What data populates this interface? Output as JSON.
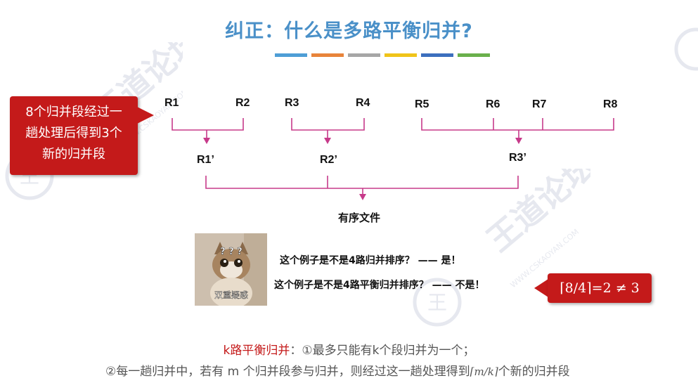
{
  "slide": {
    "title": "纠正：什么是多路平衡归并?",
    "color_bar": [
      "#4e9ed6",
      "#e8843a",
      "#a6a6a6",
      "#f0c419",
      "#3c6fbe",
      "#6ab04c"
    ]
  },
  "callout": {
    "lines": [
      "8个归并段经过一",
      "趟处理后得到3个",
      "新的归并段"
    ]
  },
  "diagram": {
    "level1": [
      "R1",
      "R2",
      "R3",
      "R4",
      "R5",
      "R6",
      "R7",
      "R8"
    ],
    "level2": [
      "R1’",
      "R2’",
      "R3’"
    ],
    "result": "有序文件",
    "line_color": "#c73a8a"
  },
  "meme": {
    "caption": "双重疑惑",
    "question_marks": "? ? ?"
  },
  "questions": {
    "q1": "这个例子是不是4路归并排序？ —— 是！",
    "q2": "这个例子是不是4路平衡归并排序？ —— 不是！"
  },
  "badge": {
    "formula": "⌈8/4⌉=2 ≠ 3"
  },
  "footer": {
    "term": "k路平衡归并",
    "rule1": "：①最多只能有k个段归并为一个；",
    "rule2_prefix": "②每一趟归并中，若有 m 个归并段参与归并，则经过这一趟处理得到",
    "rule2_formula": "⌈m/k⌉",
    "rule2_suffix": "个新的归并段"
  },
  "watermark": {
    "text": "王道论坛",
    "domain": "WWW.CSKAOYAN.COM"
  }
}
